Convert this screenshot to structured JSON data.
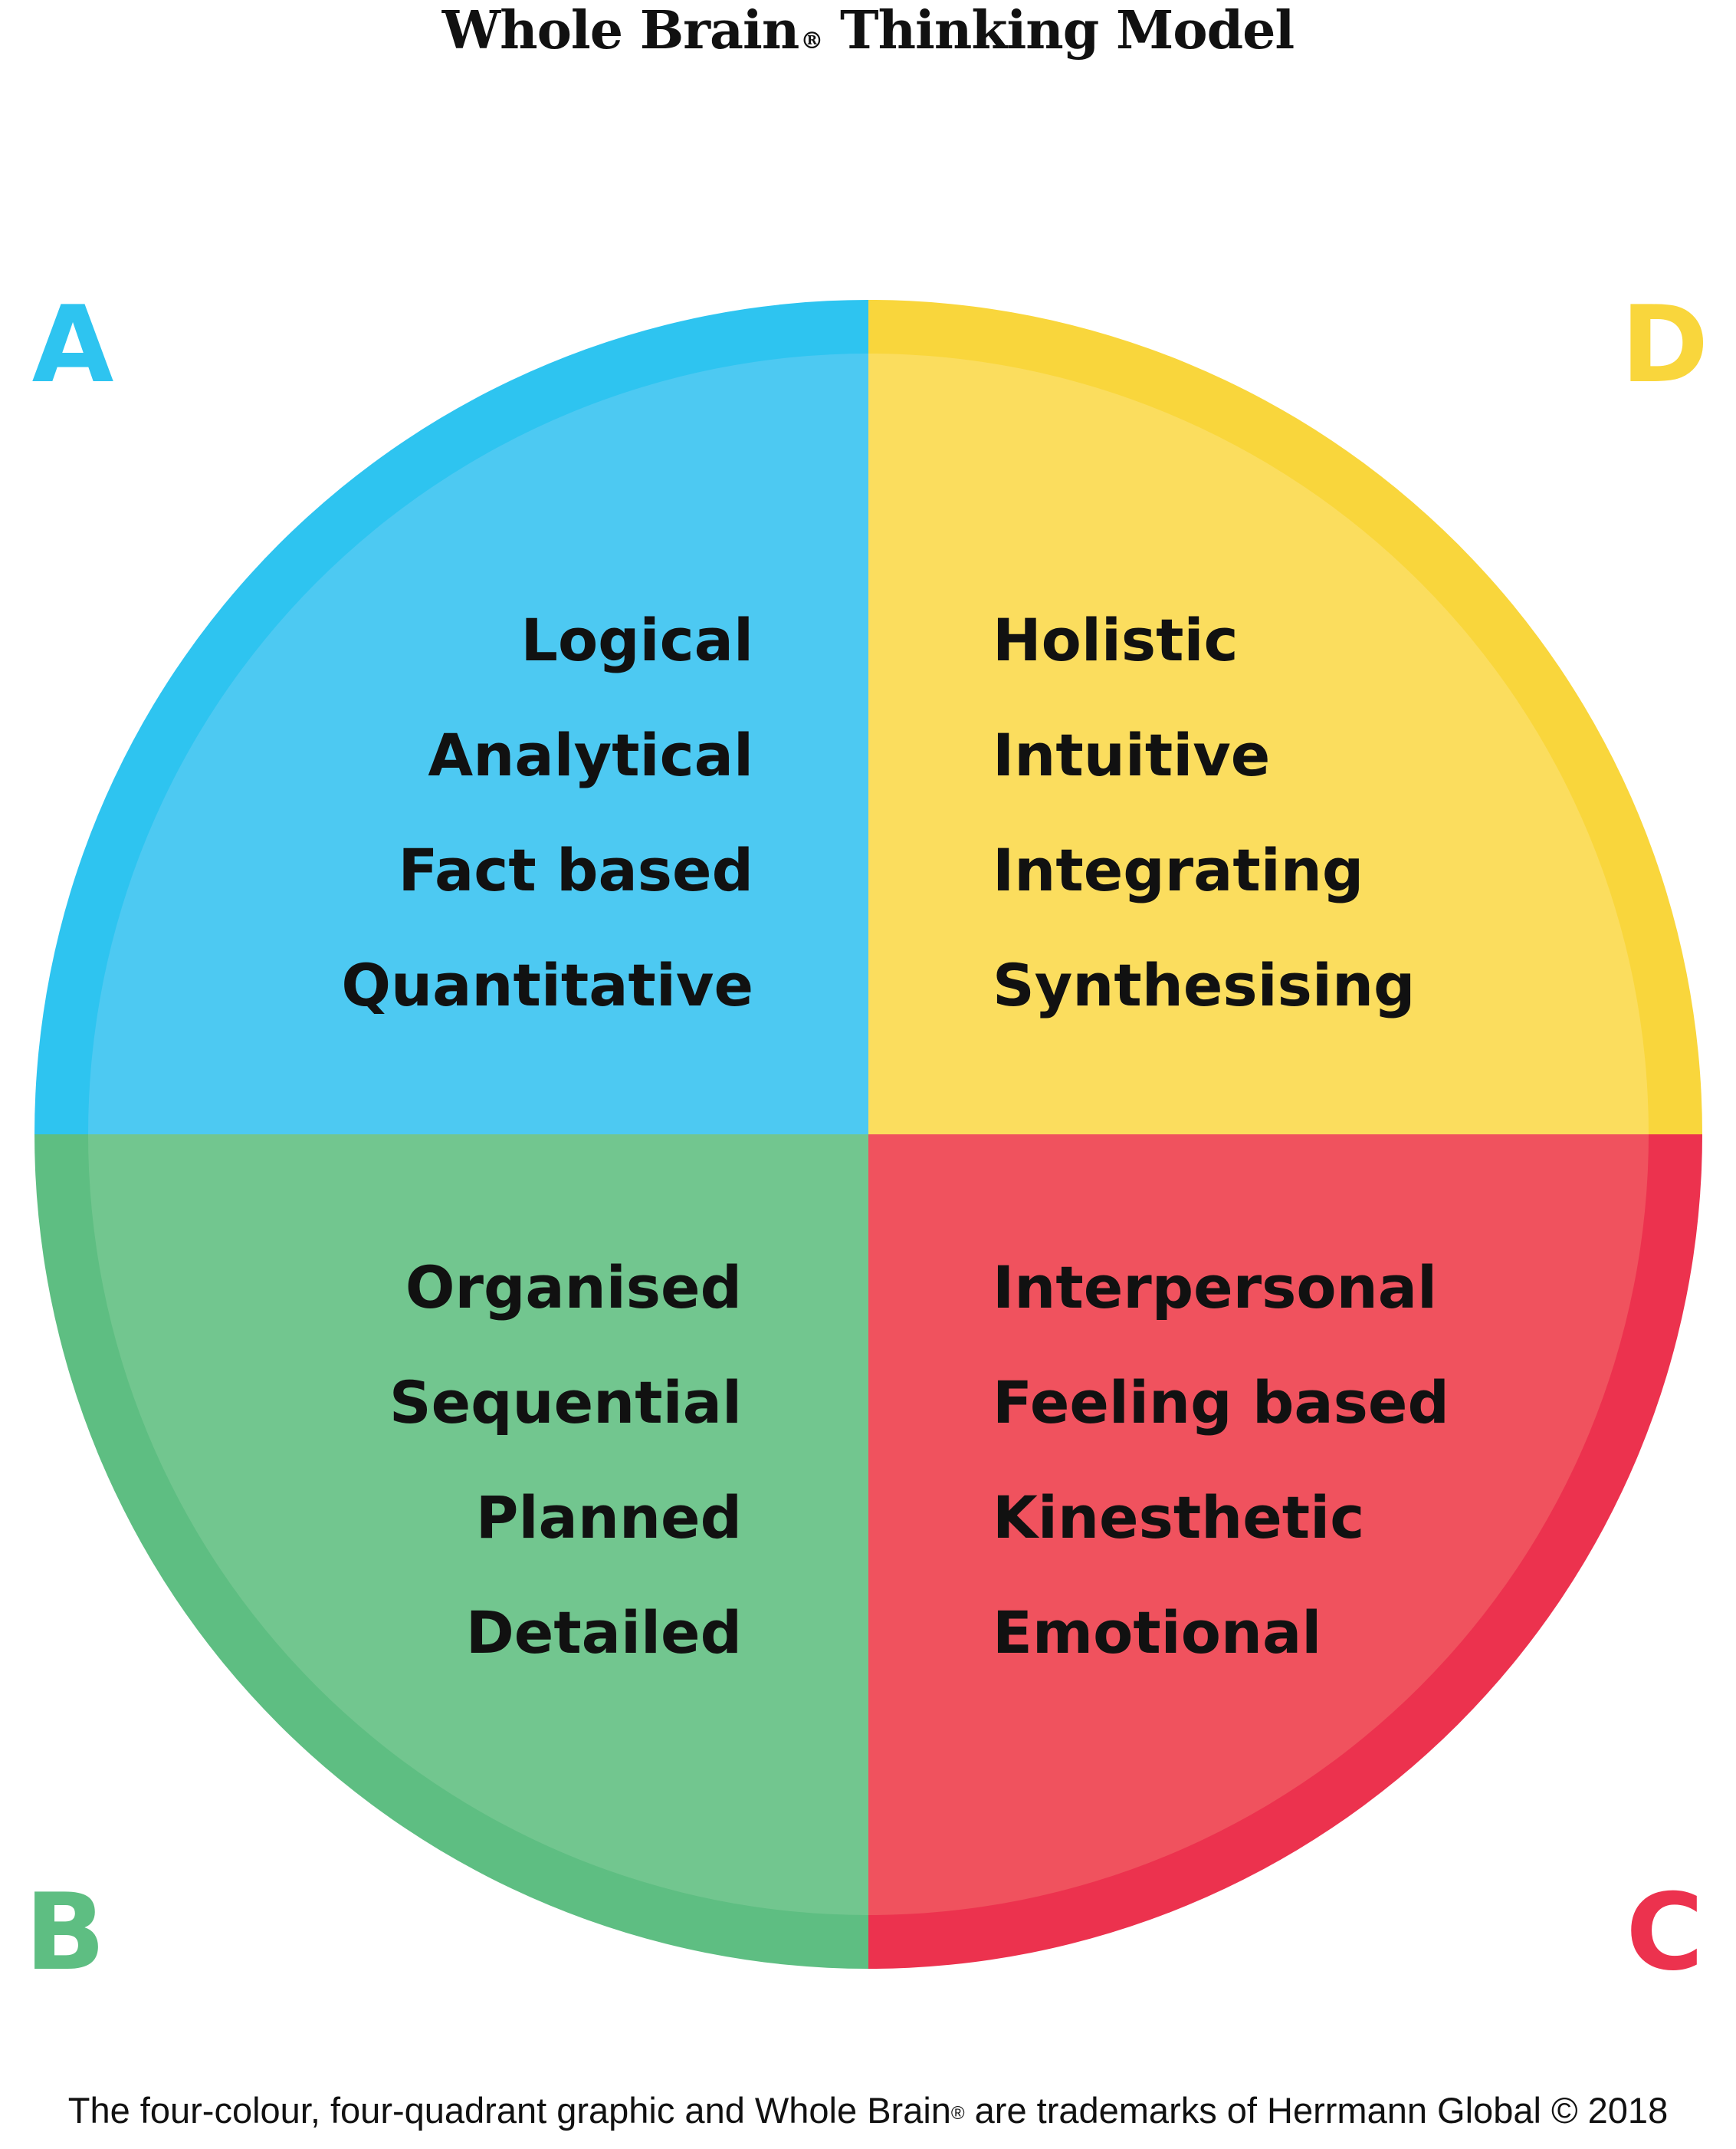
{
  "title": {
    "text": "Whole Brain",
    "mark": "®",
    "suffix": " Thinking Model"
  },
  "quadrants": {
    "A": {
      "letter": "A",
      "color": "#2EC4F0",
      "fill": "#4DC9F2",
      "terms": [
        "Logical",
        "Analytical",
        "Fact based",
        "Quantitative"
      ]
    },
    "D": {
      "letter": "D",
      "color": "#F9D63C",
      "fill": "#FBDD5E",
      "terms": [
        "Holistic",
        "Intuitive",
        "Integrating",
        "Synthesising"
      ]
    },
    "B": {
      "letter": "B",
      "color": "#5EBE82",
      "fill": "#72C68F",
      "terms": [
        "Organised",
        "Sequential",
        "Planned",
        "Detailed"
      ]
    },
    "C": {
      "letter": "C",
      "color": "#EC324E",
      "fill": "#F0525E",
      "terms": [
        "Interpersonal",
        "Feeling based",
        "Kinesthetic",
        "Emotional"
      ]
    }
  },
  "footer": {
    "before": "The four-colour, four-quadrant graphic and Whole Brain",
    "mark": "®",
    "after": " are trademarks of Herrmann Global © 2018"
  }
}
